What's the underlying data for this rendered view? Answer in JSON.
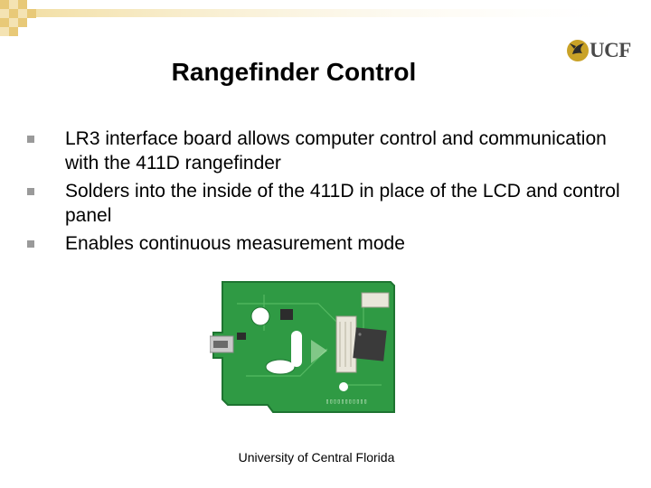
{
  "slide": {
    "title": "Rangefinder Control",
    "bullets": [
      "LR3 interface board allows computer control and communication with the 411D rangefinder",
      "Solders into the inside of the 411D in place of the LCD and control panel",
      "Enables continuous measurement mode"
    ],
    "footer": "University of Central Florida",
    "logo_text": "UCF"
  },
  "colors": {
    "pattern": "#e8c978",
    "bullet_marker": "#9a9a9a",
    "board_green": "#2f9a44",
    "logo_gold": "#c9a227"
  },
  "icons": {
    "bullet": "square-bullet-icon",
    "logo": "pegasus-logo-icon"
  }
}
